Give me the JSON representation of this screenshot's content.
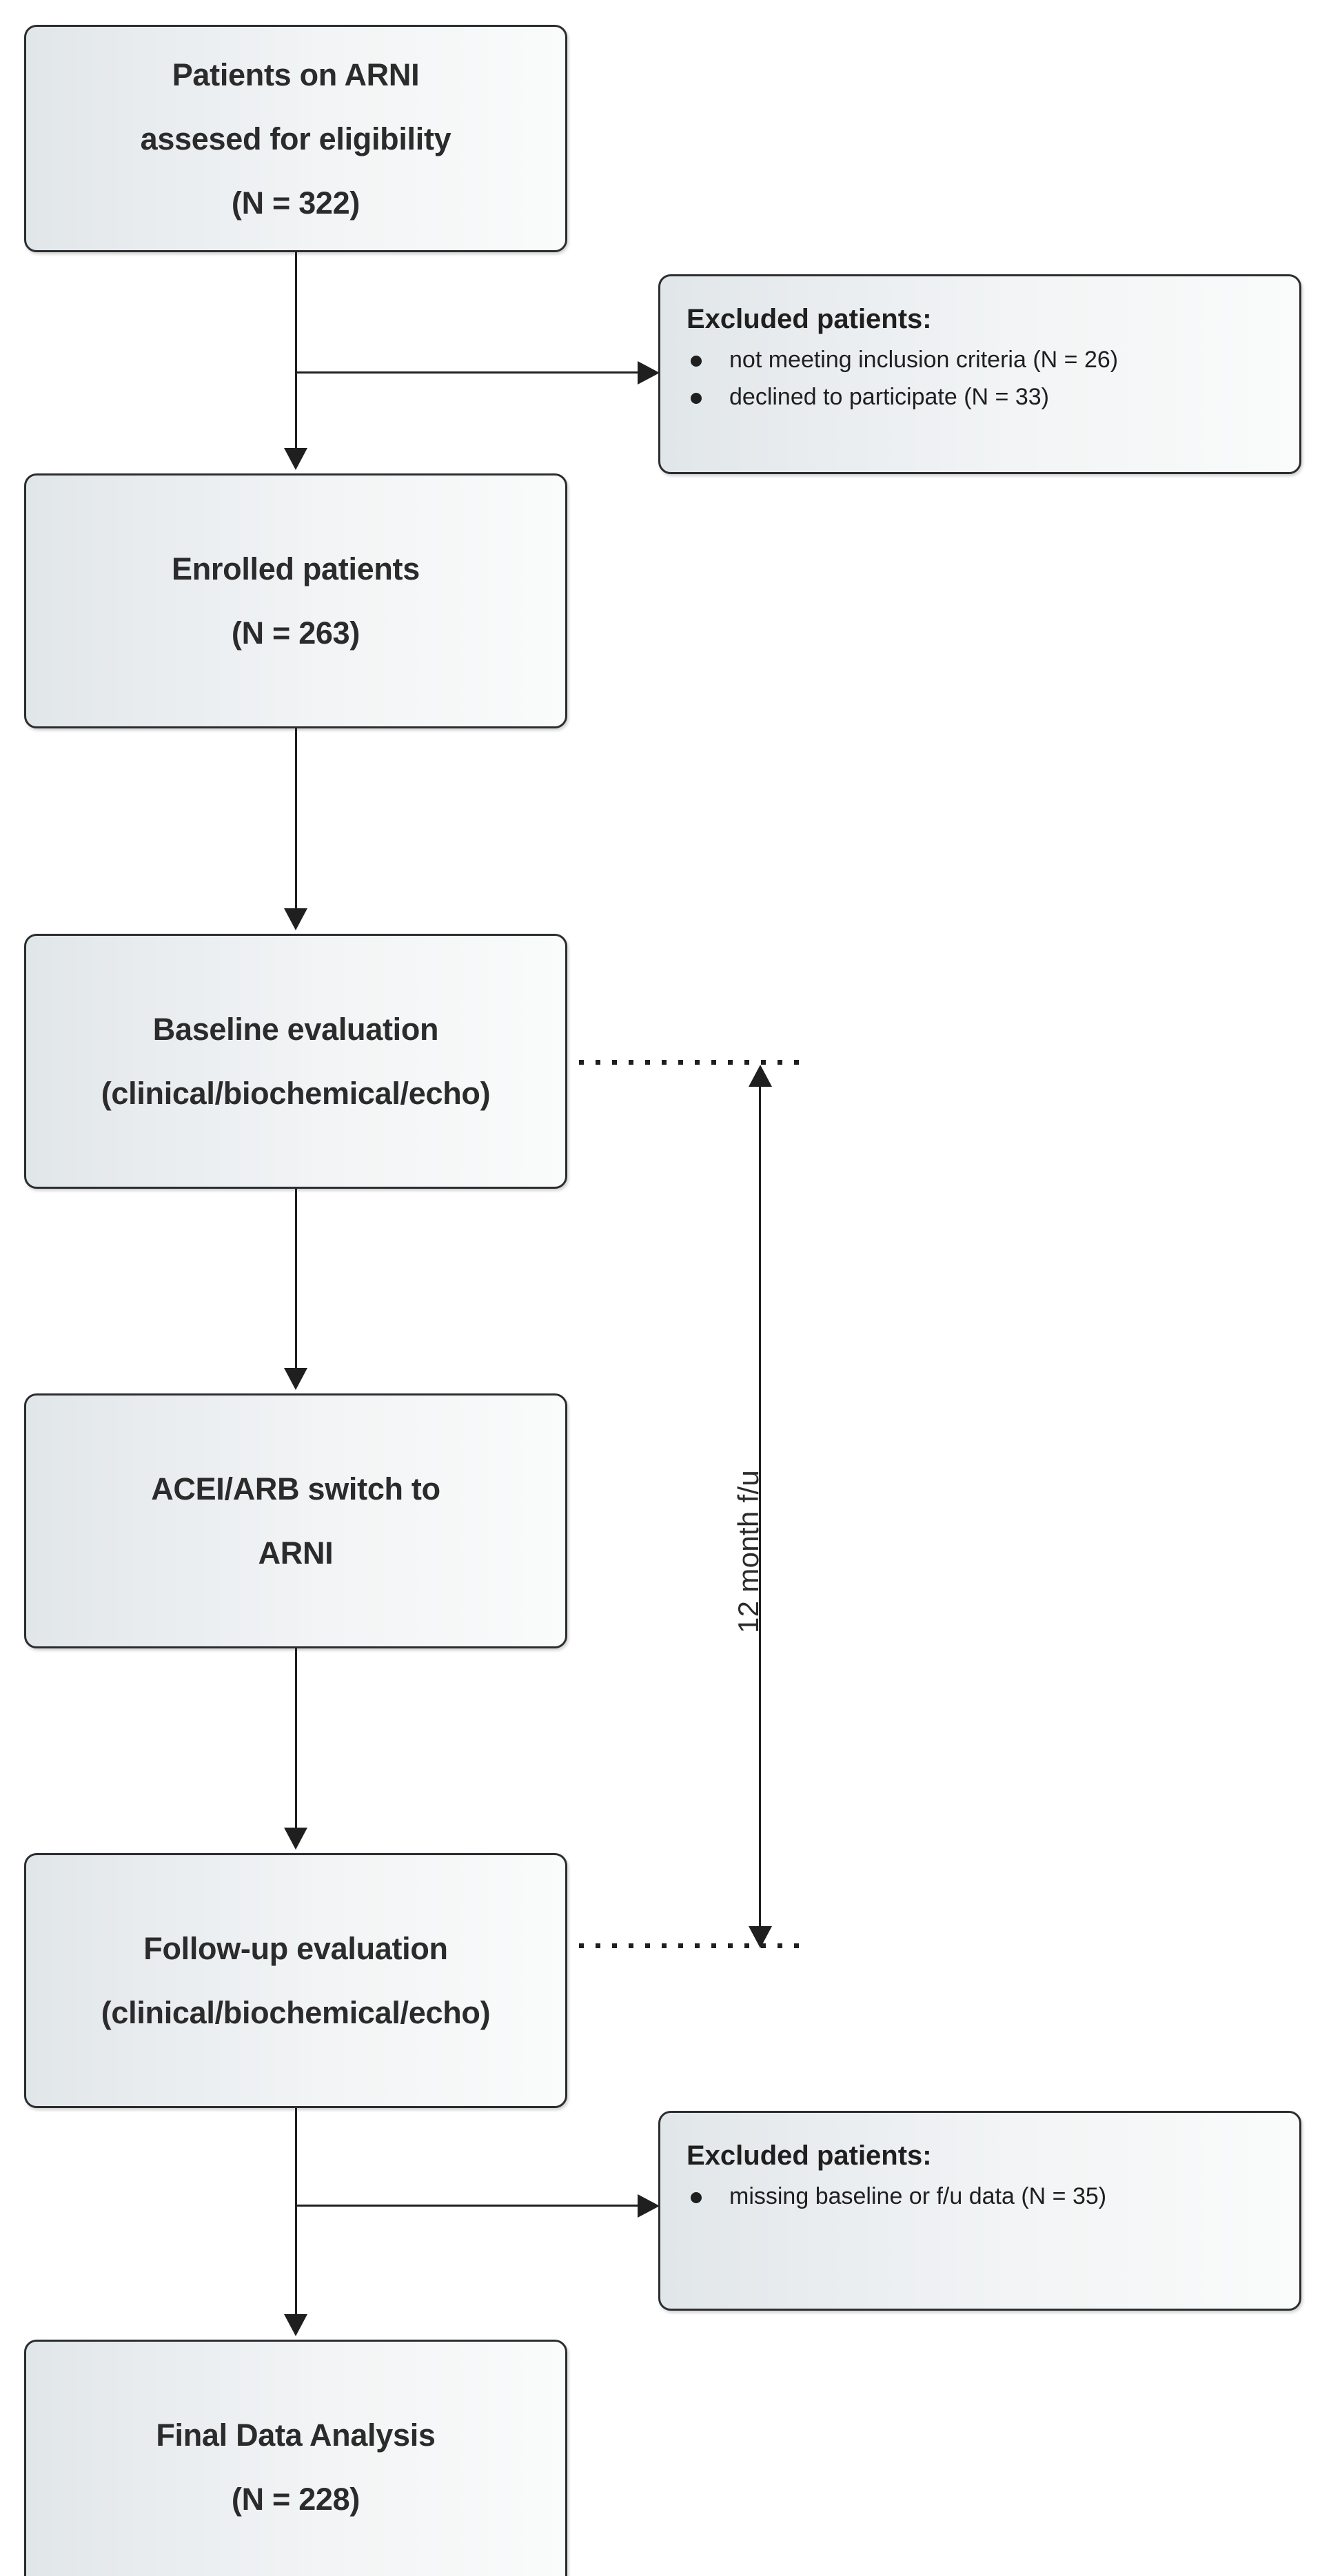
{
  "diagram": {
    "title": "CONSORT patient flow diagram",
    "accent_color": "#1f1f1f",
    "box_fill_left": "#e1e6e9",
    "box_fill_right": "#fafbfb",
    "box_border_color": "#2b2d30"
  },
  "nodes": {
    "screening": {
      "line1": "Patients on ARNI",
      "line2": "assesed for eligibility",
      "line3": "(N = 322)"
    },
    "enrolled": {
      "line1": "Enrolled patients",
      "line2": "(N = 263)"
    },
    "baseline": {
      "line1": "Baseline evaluation",
      "line2": "(clinical/biochemical/echo)"
    },
    "switch": {
      "line1": "ACEI/ARB switch to",
      "line2": "ARNI"
    },
    "followup": {
      "line1": "Follow-up evaluation",
      "line2": "(clinical/biochemical/echo)"
    },
    "final": {
      "line1": "Final Data Analysis",
      "line2": "(N = 228)"
    }
  },
  "excluded_1": {
    "title": "Excluded patients:",
    "items": [
      "not meeting inclusion criteria (N = 26)",
      "declined to participate (N = 33)"
    ]
  },
  "excluded_2": {
    "title": "Excluded patients:",
    "items": [
      "missing baseline or f/u data (N = 35)"
    ]
  },
  "annotations": {
    "followup_interval": "12 month f/u"
  },
  "chart_data": {
    "type": "diagram",
    "title": "CONSORT patient flow diagram",
    "flow": [
      {
        "id": "screening",
        "label": "Patients on ARNI assesed for eligibility",
        "n": 322
      },
      {
        "id": "enrolled",
        "label": "Enrolled patients",
        "n": 263
      },
      {
        "id": "baseline",
        "label": "Baseline evaluation (clinical/biochemical/echo)",
        "n": null
      },
      {
        "id": "switch",
        "label": "ACEI/ARB switch to ARNI",
        "n": null
      },
      {
        "id": "followup",
        "label": "Follow-up evaluation (clinical/biochemical/echo)",
        "n": null
      },
      {
        "id": "final",
        "label": "Final Data Analysis",
        "n": 228
      }
    ],
    "exclusions": [
      {
        "after": "screening",
        "reason": "not meeting inclusion criteria",
        "n": 26
      },
      {
        "after": "screening",
        "reason": "declined to participate",
        "n": 33
      },
      {
        "after": "followup",
        "reason": "missing baseline or f/u data",
        "n": 35
      }
    ],
    "interval_annotation": {
      "from": "baseline",
      "to": "followup",
      "label": "12 month f/u"
    }
  }
}
